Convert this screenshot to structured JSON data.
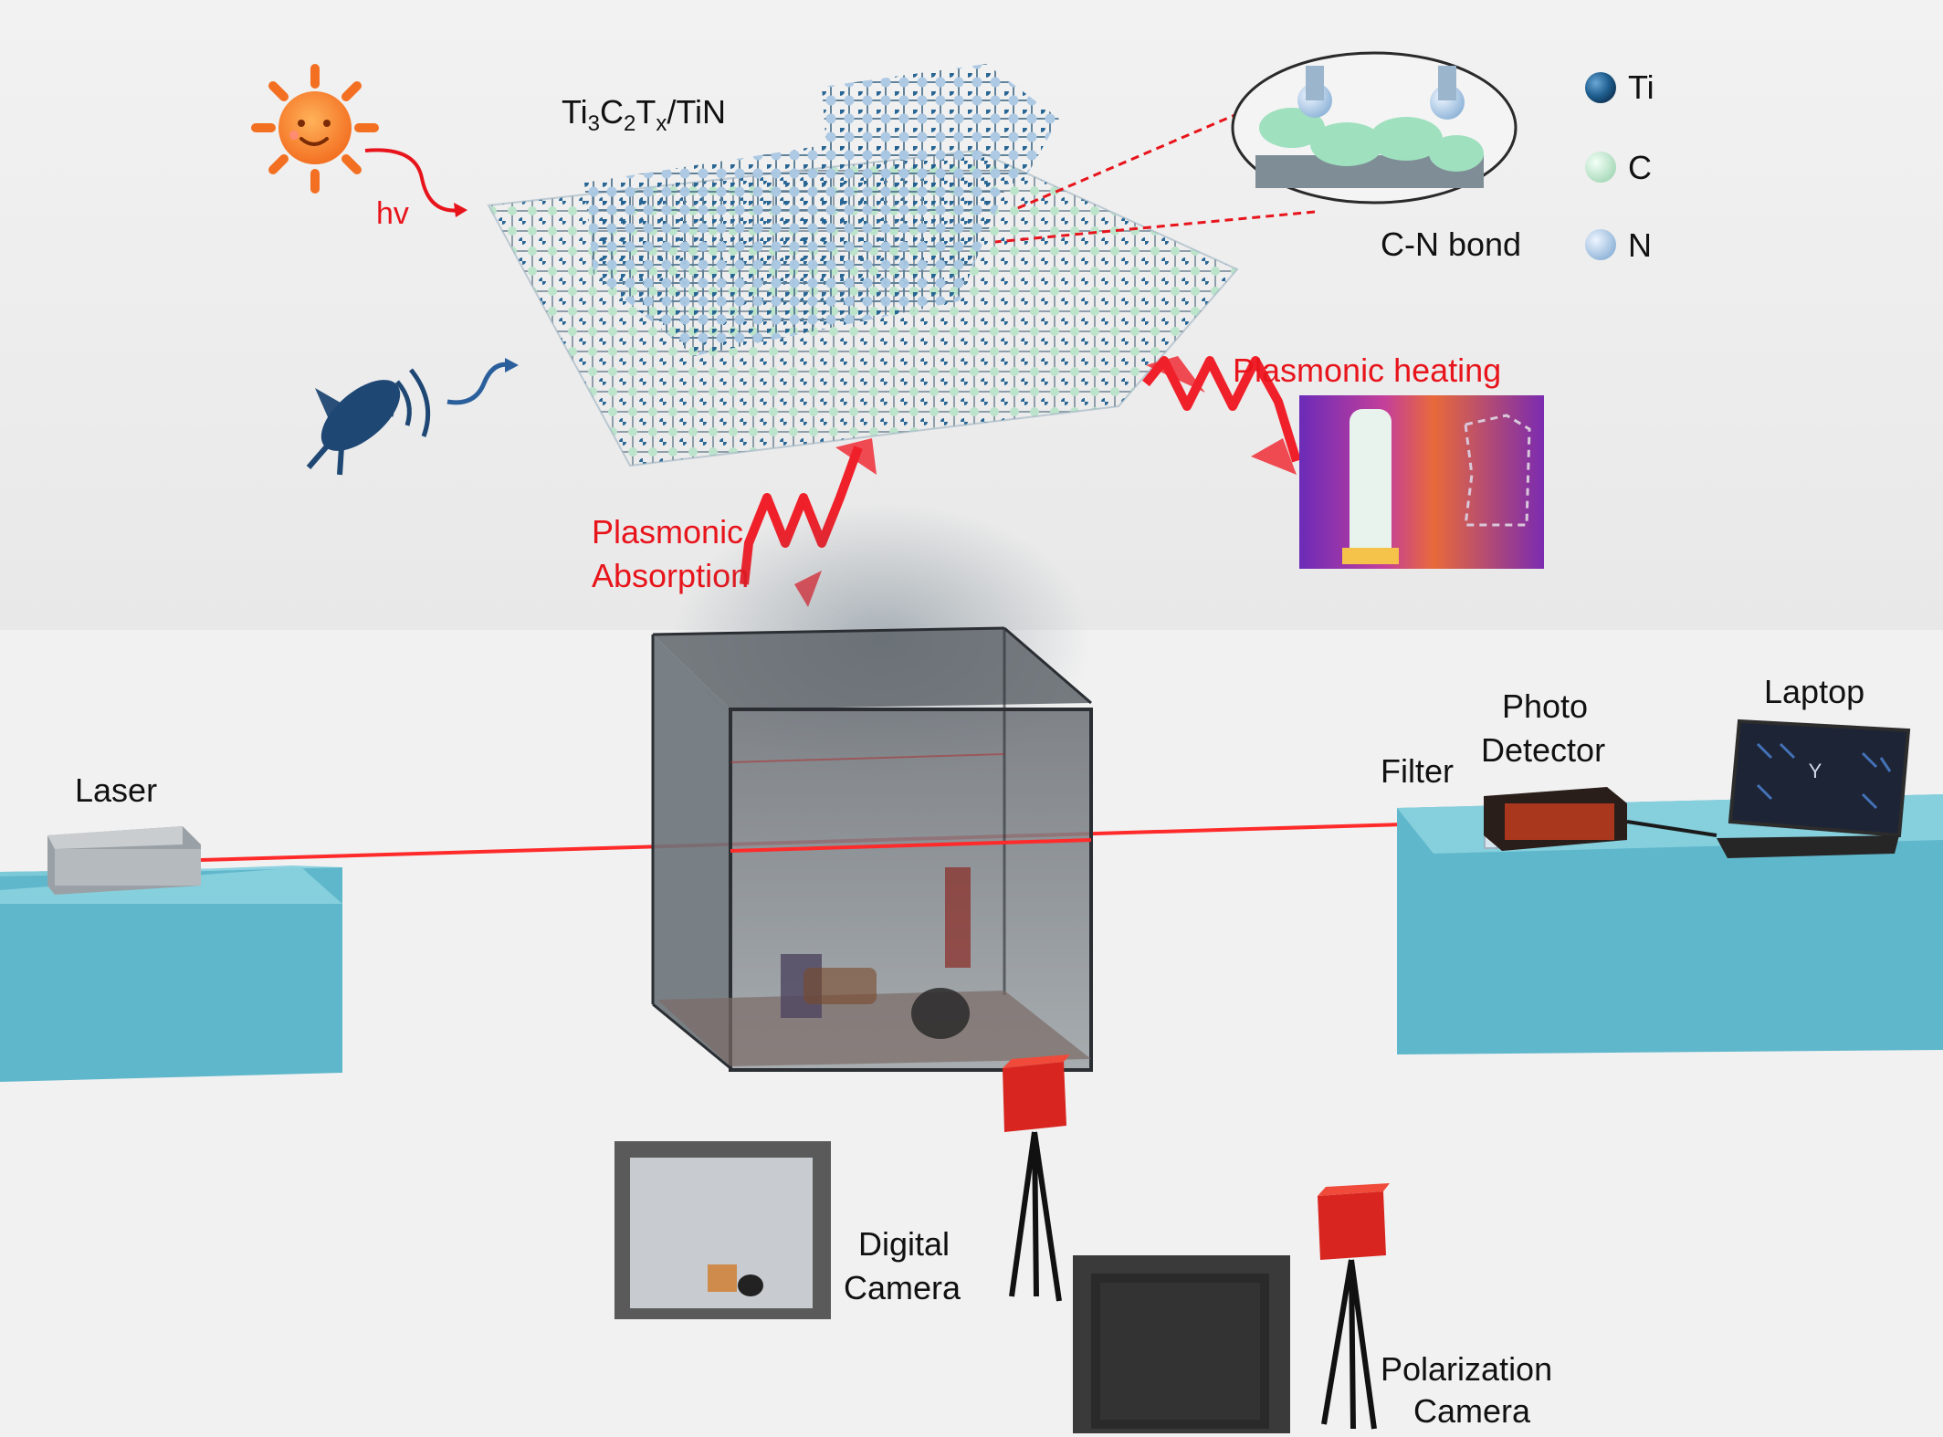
{
  "material": {
    "formula_parts": [
      "Ti",
      "3",
      "C",
      "2",
      "T",
      "x",
      "/TiN"
    ]
  },
  "sun": {
    "label": "hv"
  },
  "legend": {
    "items": [
      {
        "symbol": "Ti",
        "color": "#1f5f8f"
      },
      {
        "symbol": "C",
        "color": "#b9e3c9"
      },
      {
        "symbol": "N",
        "color": "#a9c7e2"
      }
    ]
  },
  "bond": {
    "label": "C-N bond"
  },
  "effects": {
    "heating": "Plasmonic heating",
    "absorption_line1": "Plasmonic",
    "absorption_line2": "Absorption"
  },
  "setup": {
    "laser": "Laser",
    "filter": "Filter",
    "photodetector_line1": "Photo",
    "photodetector_line2": "Detector",
    "laptop": "Laptop",
    "digital_camera_line1": "Digital",
    "digital_camera_line2": "Camera",
    "polarization_camera_line1": "Polarization",
    "polarization_camera_line2": "Camera"
  },
  "colors": {
    "accent_red": "#e8141b",
    "table_blue": "#6ec0d2",
    "camera_red": "#d8251f",
    "wave_red": "#f0202a"
  }
}
